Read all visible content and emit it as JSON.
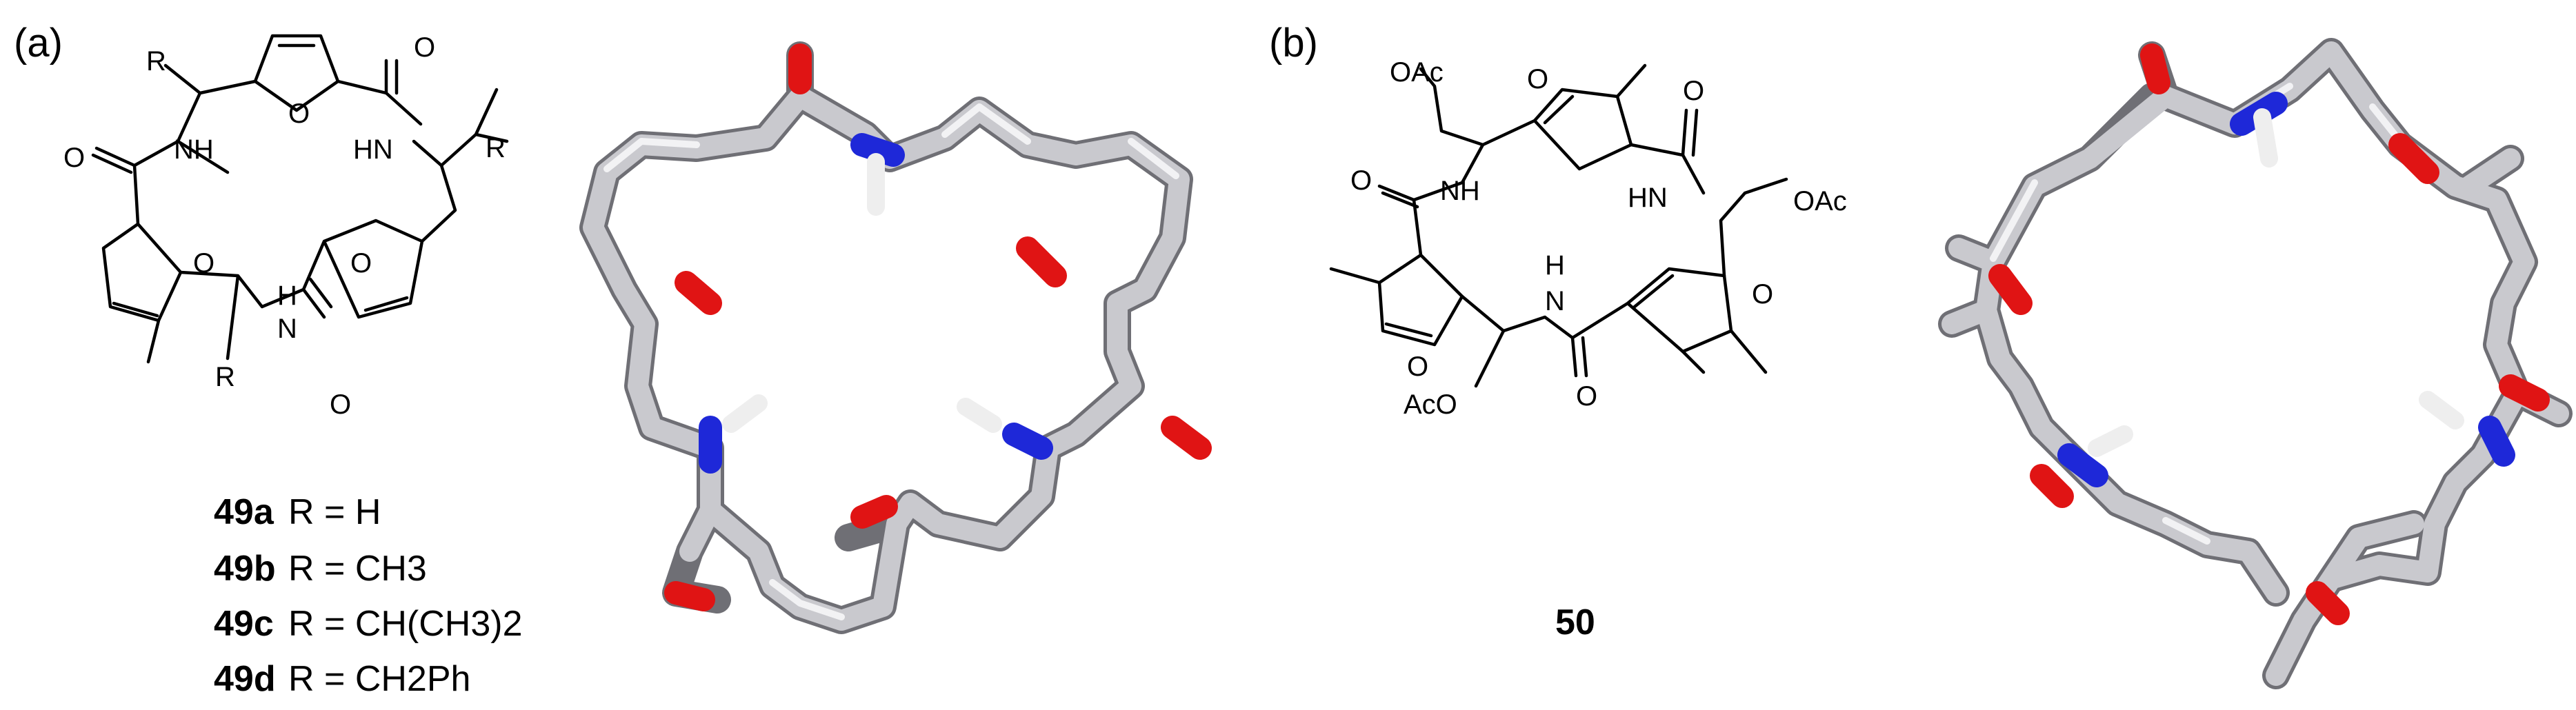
{
  "panels": {
    "a": {
      "label": "(a)"
    },
    "b": {
      "label": "(b)"
    }
  },
  "structure_a": {
    "atom_labels": {
      "r": "R",
      "nh": "NH",
      "hn": "HN",
      "n": "N",
      "h": "H",
      "o": "O"
    }
  },
  "legend_a": [
    {
      "id": "49a",
      "text": "R = H"
    },
    {
      "id": "49b",
      "text": "R = CH3"
    },
    {
      "id": "49c",
      "text": "R = CH(CH3)2"
    },
    {
      "id": "49d",
      "text": "R = CH2Ph"
    }
  ],
  "structure_b": {
    "compound_id": "50",
    "atom_labels": {
      "oac": "OAc",
      "aco": "AcO",
      "nh": "NH",
      "hn": "HN",
      "n": "N",
      "h": "H",
      "o": "O"
    }
  },
  "colors": {
    "carbon_tube": "#c8c8cc",
    "oxygen_tube": "#e01414",
    "nitrogen_tube": "#1e28d8",
    "hydrogen_tube": "#f0f0f0"
  }
}
